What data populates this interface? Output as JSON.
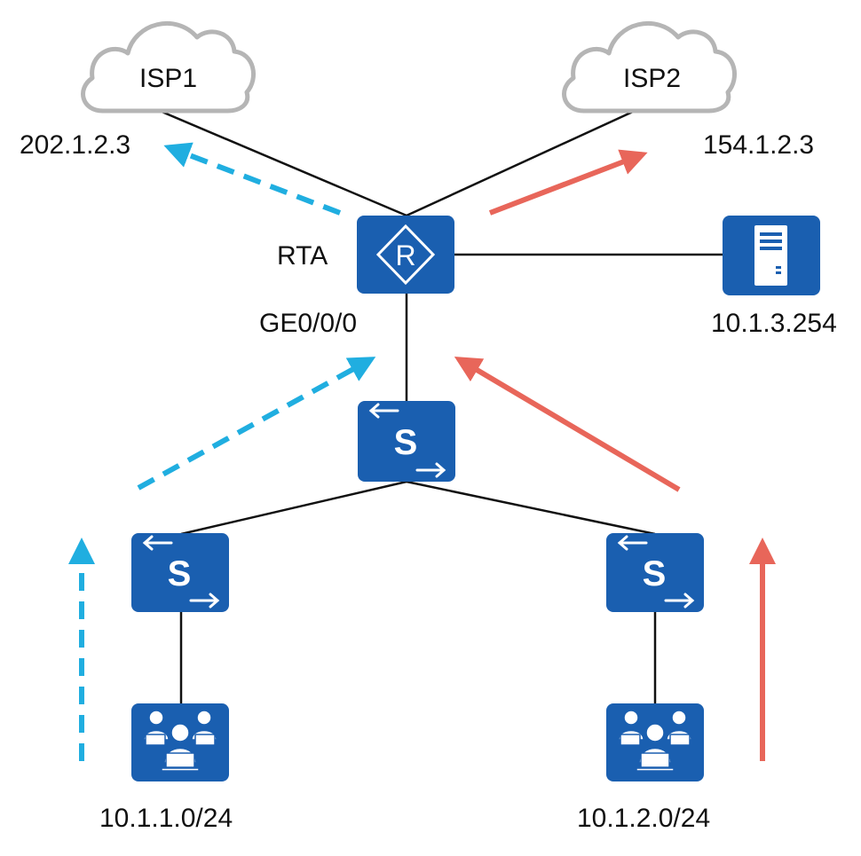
{
  "colors": {
    "device": "#1a5fb0",
    "device_edge": "#154f95",
    "link": "#111111",
    "cloud_stroke": "#b5b5b5",
    "flow_a": "#20aee0",
    "flow_b": "#e8665a"
  },
  "nodes": {
    "isp1": {
      "label": "ISP1",
      "icon": "cloud-icon"
    },
    "isp2": {
      "label": "ISP2",
      "icon": "cloud-icon"
    },
    "router": {
      "label": "RTA",
      "icon": "router-icon"
    },
    "server": {
      "label": "10.1.3.254",
      "icon": "server-icon"
    },
    "core_switch": {
      "icon": "switch-icon"
    },
    "access_switch_left": {
      "icon": "switch-icon"
    },
    "access_switch_right": {
      "icon": "switch-icon"
    },
    "users_left": {
      "label": "10.1.1.0/24",
      "icon": "users-icon"
    },
    "users_right": {
      "label": "10.1.2.0/24",
      "icon": "users-icon"
    }
  },
  "addresses": {
    "isp1": "202.1.2.3",
    "isp2": "154.1.2.3"
  },
  "interfaces": {
    "router_downlink": "GE0/0/0"
  },
  "flows": [
    {
      "from": "10.1.1.0/24",
      "to": "202.1.2.3",
      "style": "dashed",
      "color": "flow_a"
    },
    {
      "from": "10.1.2.0/24",
      "to": "154.1.2.3",
      "style": "solid",
      "color": "flow_b"
    }
  ]
}
